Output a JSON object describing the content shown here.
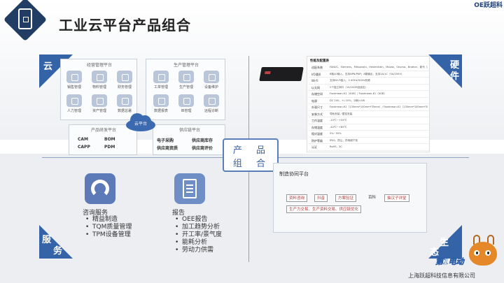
{
  "page": {
    "title": "工业云平台产品组合",
    "brand_mark": "OE跃超科"
  },
  "quadrants": {
    "cloud_label": "云",
    "hardware_label": [
      "硬",
      "件"
    ],
    "service_label": [
      "服",
      "务"
    ],
    "ecosystem_label": [
      "生",
      "态"
    ],
    "center_label": [
      "产 品",
      "组 合"
    ]
  },
  "cloud": {
    "badge": "云平台",
    "panels": [
      {
        "title": "经营管理平台",
        "modules": [
          "销售管理",
          "物料管理",
          "财务管理",
          "人力管理",
          "资产管理",
          "数据总署"
        ]
      },
      {
        "title": "生产管理平台",
        "modules": [
          "工单管理",
          "生产管理",
          "设备维护",
          "数据报表",
          "IB管理",
          "远程诊断"
        ]
      },
      {
        "title": "产品研发平台",
        "items": [
          "CAM",
          "BOM",
          "CAPP",
          "PDM"
        ]
      },
      {
        "title": "供应链平台",
        "items": [
          "电子采购",
          "供应商库存",
          "供应商资质",
          "供应商评价"
        ]
      }
    ]
  },
  "hardware": {
    "table_title": "性能及配置表",
    "rows": [
      {
        "key": "适配系统",
        "val": "FANUC、Siemens、Mitsubishi、Heidenhain、Mazak、Okuma、Brother、新代（持续扩展中）"
      },
      {
        "key": "I/O通讯",
        "val": "8路I/O输入，支持NPN/PNP；8路输出，支持1A/1C（5A/250V）"
      },
      {
        "key": "Wi-Fi",
        "val": "支持Wi-Fi接入，2.4GHz/5GHz双频"
      },
      {
        "key": "以太网",
        "val": "2个独立网口（10/100M自适应）"
      },
      {
        "key": "存储空间",
        "val": "Foxdmean-K1（4GB）/ Foxdmean-K1（4GB）"
      },
      {
        "key": "电源",
        "val": "DC 24V，+/-10%，功耗<5W"
      },
      {
        "key": "外观尺寸",
        "val": "Foxdmean-K1（130mm*100mm*35mm）/ Foxdmean-K1（130mm*100mm*35mm）"
      },
      {
        "key": "安装方式",
        "val": "导轨安装 / 壁挂安装"
      },
      {
        "key": "工作温度",
        "val": "-10℃~+55℃"
      },
      {
        "key": "存储温度",
        "val": "-40℃~+85℃"
      },
      {
        "key": "相对湿度",
        "val": "5%~95%"
      },
      {
        "key": "防护等级",
        "val": "IP40，防尘、防电磁干扰"
      },
      {
        "key": "认证",
        "val": "RoHS、3C"
      }
    ]
  },
  "service": {
    "consulting": {
      "title": "咨询服务",
      "items": [
        "精益制造",
        "TQM质量管理",
        "TPM设备管理"
      ]
    },
    "report": {
      "title": "报告",
      "items": [
        "OEE报告",
        "加工趋势分析",
        "开工率/景气度",
        "能耗分析",
        "劳动力供需"
      ]
    }
  },
  "ecosystem": {
    "title": "制造协同平台",
    "tags_row1": [
      "资料咨询",
      "抖音",
      "方案验证",
      "百科",
      "抽汉子详堂"
    ],
    "tags_row2": [
      "生产力交易、生产资料交易、供应链优化"
    ]
  },
  "footer": {
    "company": "上海跃超科技信息有限公司",
    "mascot_text": "第1电动"
  },
  "colors": {
    "accent": "#3563a8",
    "title_text": "#222222"
  }
}
